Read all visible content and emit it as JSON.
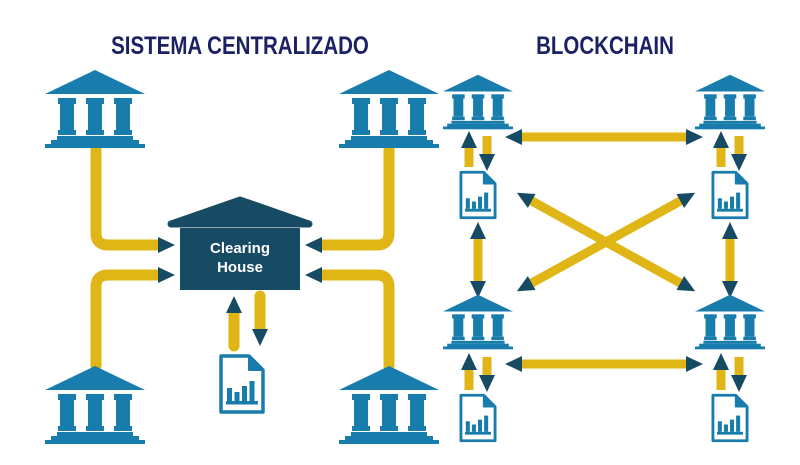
{
  "diagram": {
    "colors": {
      "bank_blue": "#187CAD",
      "navy_dark": "#174A63",
      "title_navy": "#1B2163",
      "arrow_yellow": "#E0B516",
      "background": "#FFFFFF"
    },
    "icons": {
      "bank": "bank-building-icon",
      "document": "bar-chart-document-icon",
      "hub": "clearing-house-building-icon",
      "arrow": "yellow-arrow-navy-head"
    },
    "left_panel": {
      "title": "SISTEMA CENTRALIZADO",
      "type": "centralized-hub-and-spoke",
      "hub_label": "Clearing House",
      "banks": [
        "top-left-bank",
        "top-right-bank",
        "bottom-left-bank",
        "bottom-right-bank"
      ],
      "documents": [
        "clearing-house-report-document"
      ],
      "edges": [
        {
          "from": "top-left-bank",
          "to": "clearing-house",
          "direction": "one-way"
        },
        {
          "from": "top-right-bank",
          "to": "clearing-house",
          "direction": "one-way"
        },
        {
          "from": "bottom-left-bank",
          "to": "clearing-house",
          "direction": "one-way"
        },
        {
          "from": "bottom-right-bank",
          "to": "clearing-house",
          "direction": "one-way"
        },
        {
          "from": "clearing-house",
          "to": "clearing-house-report-document",
          "direction": "two-way-arrow-pair"
        }
      ]
    },
    "right_panel": {
      "title": "BLOCKCHAIN",
      "type": "distributed-mesh",
      "banks": [
        "top-left-bank",
        "top-right-bank",
        "bottom-left-bank",
        "bottom-right-bank"
      ],
      "documents": [
        "top-left-document",
        "top-right-document",
        "bottom-left-document",
        "bottom-right-document"
      ],
      "edges": [
        {
          "from": "top-left-bank",
          "to": "top-left-document",
          "direction": "two-way-arrow-pair"
        },
        {
          "from": "top-right-bank",
          "to": "top-right-document",
          "direction": "two-way-arrow-pair"
        },
        {
          "from": "bottom-left-bank",
          "to": "bottom-left-document",
          "direction": "two-way-arrow-pair"
        },
        {
          "from": "bottom-right-bank",
          "to": "bottom-right-document",
          "direction": "two-way-arrow-pair"
        },
        {
          "from": "top-left-bank",
          "to": "top-right-bank",
          "direction": "two-way"
        },
        {
          "from": "bottom-left-bank",
          "to": "bottom-right-bank",
          "direction": "two-way"
        },
        {
          "from": "top-left-document",
          "to": "bottom-left-bank",
          "direction": "two-way"
        },
        {
          "from": "top-right-document",
          "to": "bottom-right-bank",
          "direction": "two-way"
        },
        {
          "from": "top-left-node",
          "to": "bottom-right-node",
          "direction": "two-way-diagonal"
        },
        {
          "from": "top-right-node",
          "to": "bottom-left-node",
          "direction": "two-way-diagonal"
        }
      ]
    }
  }
}
